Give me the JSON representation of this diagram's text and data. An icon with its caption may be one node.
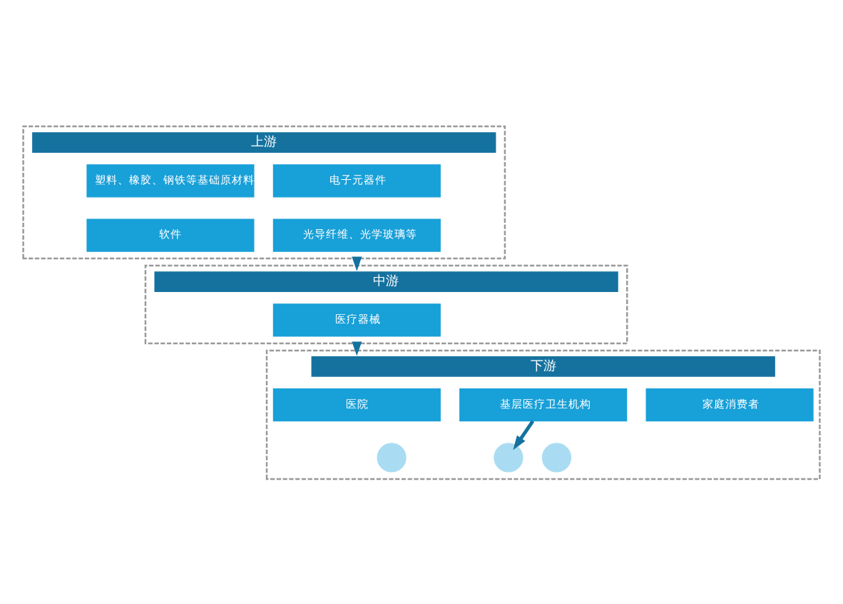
{
  "diagram": {
    "nodes": [
      {
        "text": [
          "上游"
        ]
      },
      {
        "text": [
          "塑料、橡胶、钢铁等基础原材料"
        ],
        "in": 0
      },
      {
        "text": [
          "电子元器件"
        ],
        "in": 0
      },
      {
        "text": [
          "软件"
        ],
        "in": 0
      },
      {
        "text": [
          "光导纤维、光学玻璃等"
        ],
        "in": 0
      },
      {
        "text": [
          "中游"
        ]
      },
      {
        "text": [
          "医疗器械"
        ],
        "in": 5
      },
      {
        "text": [
          "下游"
        ]
      },
      {
        "text": [
          "医院"
        ],
        "in": 7
      },
      {
        "text": [
          "基层医疗卫生机构"
        ],
        "in": 7
      },
      {
        "text": [
          "家庭消费者"
        ],
        "in": 7
      },
      {
        "text": [],
        "shape": "person",
        "in": 7
      },
      {
        "text": [],
        "shape": "person",
        "in": 7
      },
      {
        "text": [],
        "shape": "person",
        "in": 7
      }
    ],
    "edges": [
      {
        "from": 0,
        "to": 5,
        "arrow": "to"
      },
      {
        "from": 5,
        "to": 7,
        "arrow": "to"
      },
      {
        "from": 9,
        "to": 12,
        "arrow": "to"
      }
    ]
  }
}
